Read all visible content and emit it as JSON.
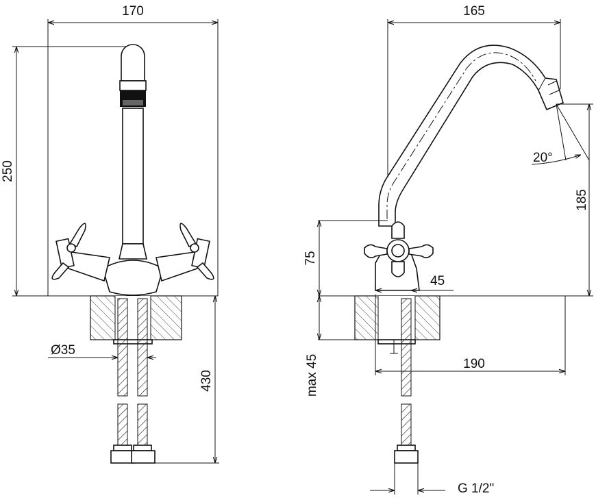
{
  "dimensions": {
    "front_width": "170",
    "front_height": "250",
    "front_diameter": "Ø35",
    "front_hose_length": "430",
    "side_width": "165",
    "side_spout_height": "185",
    "side_spout_angle": "20°",
    "side_body_height": "75",
    "side_base_width": "45",
    "side_max_thickness": "max 45",
    "side_reach": "190",
    "side_connection": "G 1/2\""
  },
  "style": {
    "stroke_color": "#111111",
    "background": "#ffffff"
  }
}
